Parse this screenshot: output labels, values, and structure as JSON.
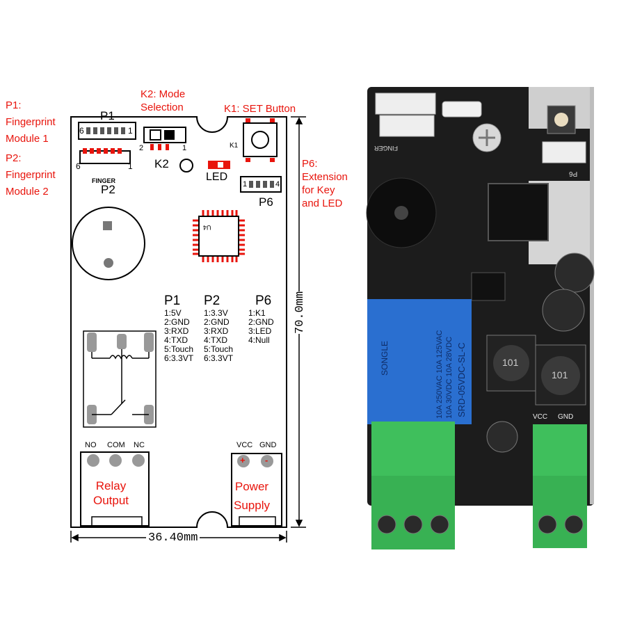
{
  "annotations": {
    "p1_lines": [
      "P1:",
      "Fingerprint",
      "Module 1"
    ],
    "p2_lines": [
      "P2:",
      "Fingerprint",
      "Module 2"
    ],
    "k2_lines": [
      "K2: Mode",
      "Selection"
    ],
    "k1": "K1: SET Button",
    "p6_lines": [
      "P6:",
      "Extension",
      "for Key",
      "and LED"
    ]
  },
  "schematic": {
    "p1": "P1",
    "p2": "P2",
    "finger": "FINGER",
    "k2": "K2",
    "k1": "K1",
    "led": "LED",
    "p6": "P6",
    "u4": "U4",
    "pin_6": "6",
    "pin_1": "1",
    "pin_2": "2",
    "pin_4": "4",
    "relay_terms": [
      "NO",
      "COM",
      "NC"
    ],
    "relay_lines": [
      "Relay",
      "Output"
    ],
    "power_terms": [
      "VCC",
      "GND"
    ],
    "power_lines": [
      "Power",
      "Supply"
    ],
    "plus": "+",
    "minus": "-",
    "width_dim": "36.40mm",
    "height_dim": "70.0mm"
  },
  "pin_table": {
    "p1": {
      "title": "P1",
      "rows": [
        "1:5V",
        "2:GND",
        "3:RXD",
        "4:TXD",
        "5:Touch",
        "6:3.3VT"
      ]
    },
    "p2": {
      "title": "P2",
      "rows": [
        "1:3.3V",
        "2:GND",
        "3:RXD",
        "4:TXD",
        "5:Touch",
        "6:3.3VT"
      ]
    },
    "p6": {
      "title": "P6",
      "rows": [
        "1:K1",
        "2:GND",
        "3:LED",
        "4:Null"
      ]
    }
  },
  "photo": {
    "relay_text": [
      "SONGLE",
      "10A 250VAC 10A 125VAC",
      "10A 30VDC 10A 28VDC",
      "SRD-05VDC-SL-C"
    ],
    "inductor_label": "101",
    "finger_silk": "FINGER",
    "vcc": "VCC",
    "gnd": "GND",
    "p6_silk": "P6"
  },
  "colors": {
    "annotation": "#e8140c",
    "pcb": "#1c1c1c",
    "relay": "#2a6fd0",
    "terminal": "#3fbf5c"
  }
}
